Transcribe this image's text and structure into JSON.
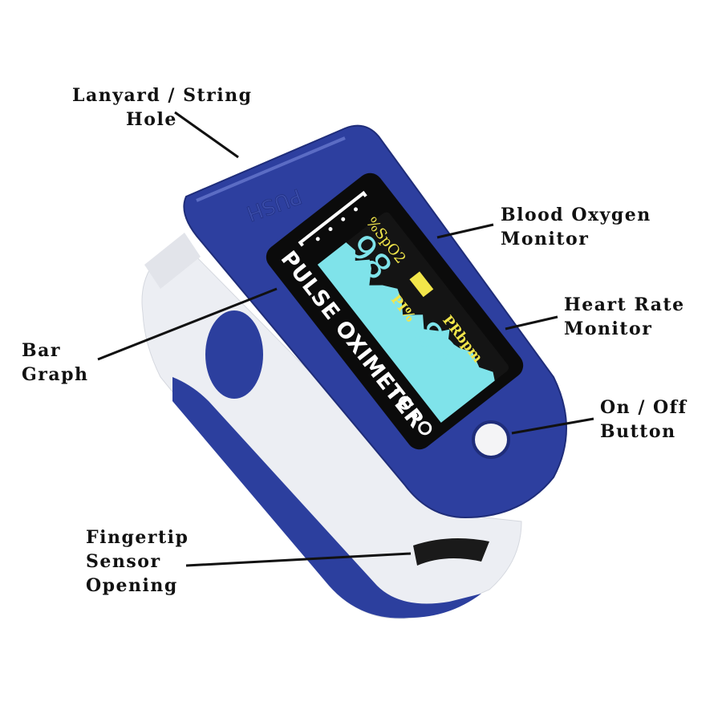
{
  "device": {
    "cap_text": "PUSH",
    "brand_text": "PULSE OXIMETER",
    "spo2_label": "%SpO2",
    "spo2_value": "98",
    "pi_label": "PI%",
    "pr_label": "PRbpm",
    "pr_value": "83",
    "colors": {
      "body_blue": "#2c3f9e",
      "shell_white": "#eef0f4",
      "screen_black": "#0b0b0b",
      "waveform": "#7fe3ea",
      "digits": "#7fe3ea",
      "labels_yellow": "#f2e64a"
    }
  },
  "labels": {
    "lanyard": [
      "Lanyard / String",
      "Hole"
    ],
    "blood_oxygen": [
      "Blood Oxygen",
      "Monitor"
    ],
    "heart_rate": [
      "Heart Rate",
      "Monitor"
    ],
    "bar_graph": [
      "Bar",
      "Graph"
    ],
    "on_off": [
      "On / Off",
      "Button"
    ],
    "fingertip": [
      "Fingertip",
      "Sensor",
      "Opening"
    ]
  }
}
